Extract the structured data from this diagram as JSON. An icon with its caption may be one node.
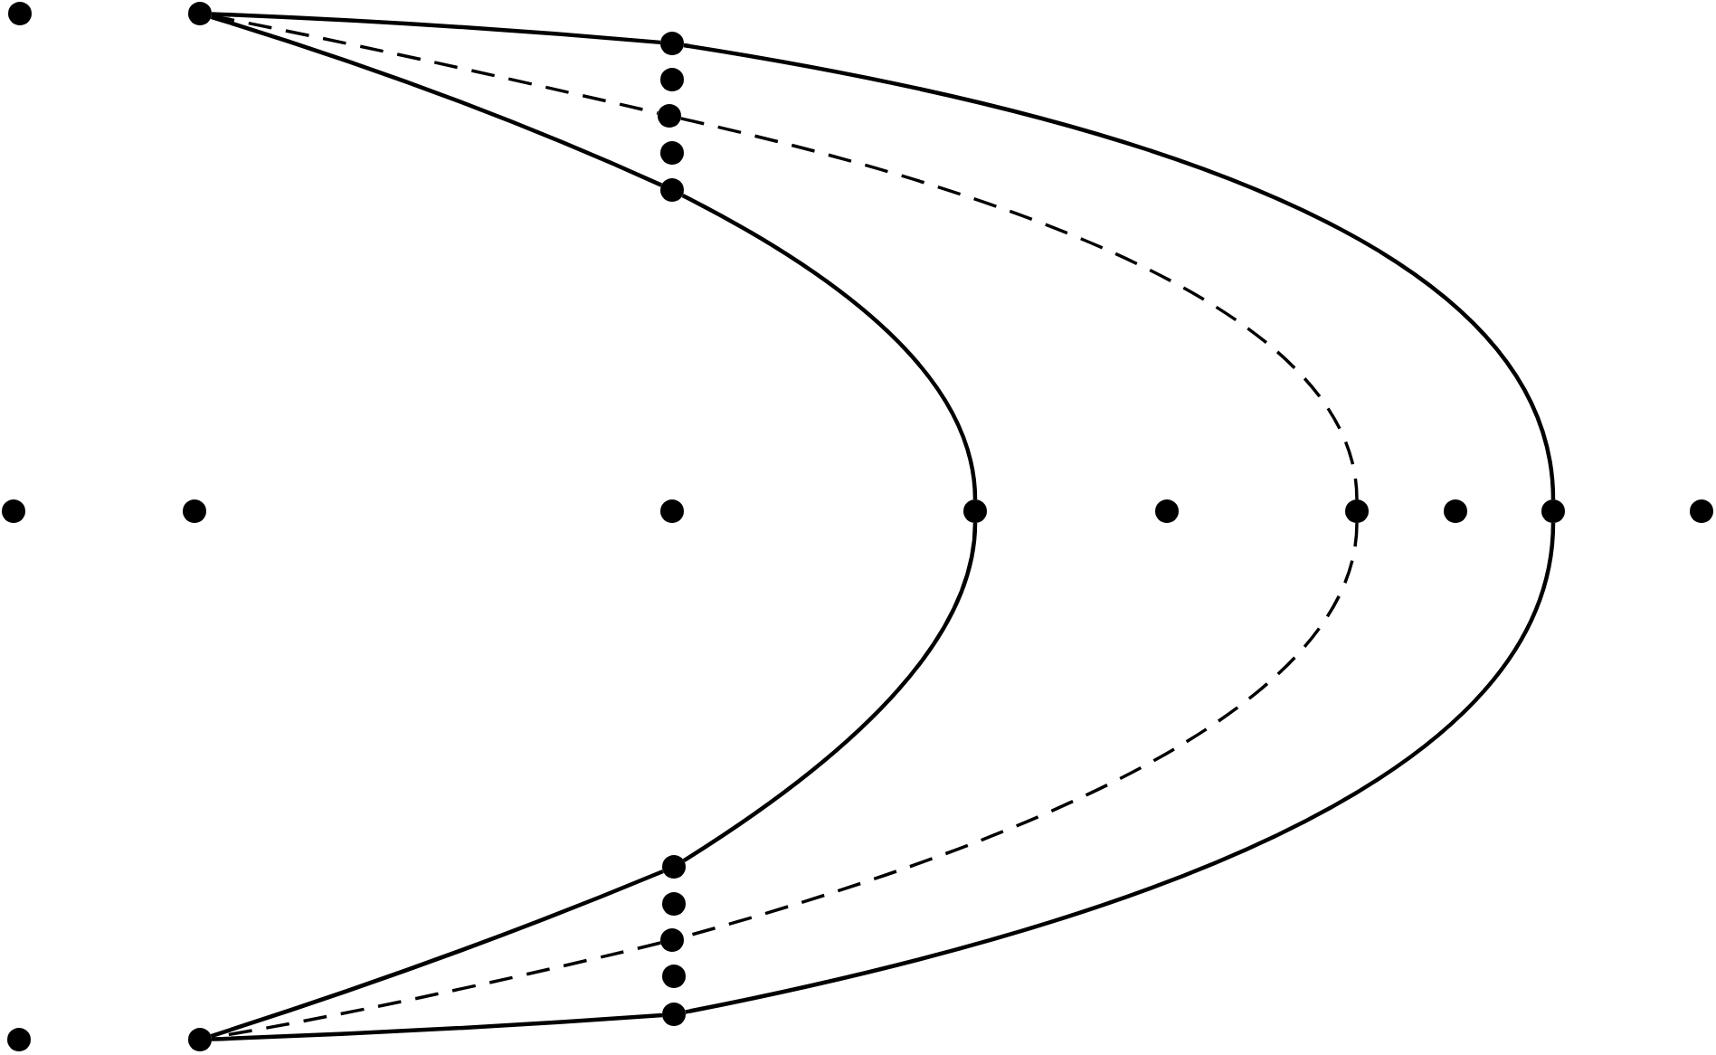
{
  "diagram": {
    "nodes": [
      {
        "text": [],
        "shape": "circle"
      },
      {
        "text": [],
        "shape": "circle"
      },
      {
        "text": [],
        "shape": "circle"
      },
      {
        "text": [],
        "shape": "circle"
      },
      {
        "text": [],
        "shape": "circle"
      },
      {
        "text": [],
        "shape": "circle"
      },
      {
        "text": [],
        "shape": "circle"
      },
      {
        "text": [],
        "shape": "circle"
      },
      {
        "text": [],
        "shape": "circle"
      },
      {
        "text": [],
        "shape": "circle"
      },
      {
        "text": [],
        "shape": "circle"
      },
      {
        "text": [],
        "shape": "circle"
      },
      {
        "text": [],
        "shape": "circle"
      },
      {
        "text": [],
        "shape": "circle"
      },
      {
        "text": [],
        "shape": "circle"
      },
      {
        "text": [],
        "shape": "circle"
      },
      {
        "text": [],
        "shape": "circle"
      },
      {
        "text": [],
        "shape": "circle"
      },
      {
        "text": [],
        "shape": "circle"
      },
      {
        "text": [],
        "shape": "circle"
      },
      {
        "text": [],
        "shape": "circle"
      },
      {
        "text": [],
        "shape": "circle"
      },
      {
        "text": [],
        "shape": "circle"
      }
    ],
    "edges": [
      {
        "from": 1,
        "to": 2,
        "arrow": "none"
      },
      {
        "from": 2,
        "to": 14,
        "arrow": "none"
      },
      {
        "from": 14,
        "to": 20,
        "arrow": "none"
      },
      {
        "from": 20,
        "to": 22,
        "arrow": "none"
      },
      {
        "from": 1,
        "to": 6,
        "arrow": "none"
      },
      {
        "from": 6,
        "to": 10,
        "arrow": "none"
      },
      {
        "from": 10,
        "to": 16,
        "arrow": "none"
      },
      {
        "from": 16,
        "to": 22,
        "arrow": "none"
      },
      {
        "from": 1,
        "to": 4,
        "arrow": "none",
        "style": "dashed"
      },
      {
        "from": 4,
        "to": 12,
        "arrow": "none",
        "style": "dashed"
      },
      {
        "from": 12,
        "to": 18,
        "arrow": "none",
        "style": "dashed"
      },
      {
        "from": 18,
        "to": 22,
        "arrow": "none",
        "style": "dashed"
      }
    ]
  }
}
